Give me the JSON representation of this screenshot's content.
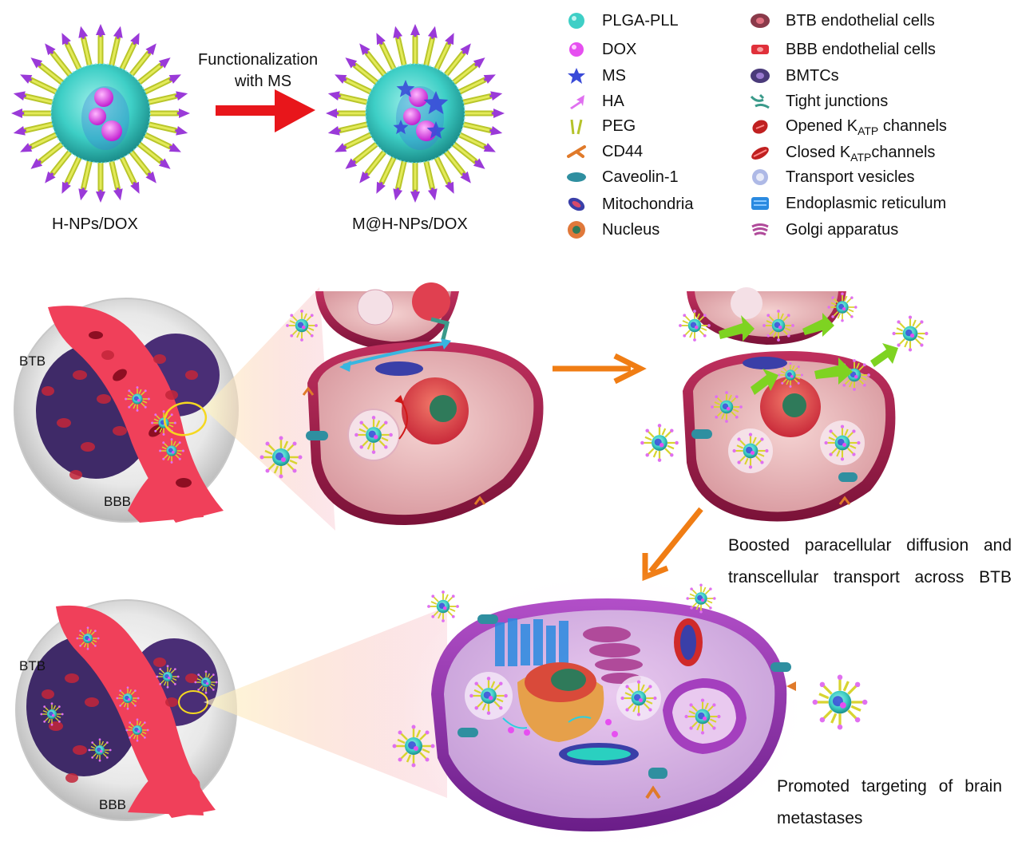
{
  "top": {
    "left_np_label": "H-NPs/DOX",
    "right_np_label": "M@H-NPs/DOX",
    "arrow_label_line1": "Functionalization",
    "arrow_label_line2": "with MS"
  },
  "legend": {
    "col1": [
      {
        "label": "PLGA-PLL",
        "icon": "plga-pll-sphere-icon",
        "color": "#3ecfc6"
      },
      {
        "label": "DOX",
        "icon": "dox-bead-icon",
        "color": "#e64ff0"
      },
      {
        "label": "MS",
        "icon": "ms-star-icon",
        "color": "#3a4bd8"
      },
      {
        "label": "HA",
        "icon": "ha-arrow-icon",
        "color": "#e070f0"
      },
      {
        "label": "PEG",
        "icon": "peg-stick-icon",
        "color": "#b5c22a"
      },
      {
        "label": "CD44",
        "icon": "cd44-receptor-icon",
        "color": "#e07a2a"
      },
      {
        "label": "Caveolin-1",
        "icon": "caveolin-icon",
        "color": "#2f8fa0"
      },
      {
        "label": "Mitochondria",
        "icon": "mitochondria-icon",
        "color": "#3a3fa8"
      },
      {
        "label": "Nucleus",
        "icon": "nucleus-icon",
        "color": "#e0783a"
      }
    ],
    "col2": [
      {
        "label": "BTB endothelial cells",
        "icon": "btb-cell-icon",
        "color": "#8a3a4a"
      },
      {
        "label": "BBB endothelial cells",
        "icon": "bbb-cell-icon",
        "color": "#e0303a"
      },
      {
        "label": "BMTCs",
        "icon": "bmtc-icon",
        "color": "#4a3a7a"
      },
      {
        "label": "Tight junctions",
        "icon": "tight-junction-icon",
        "color": "#3a9a8a"
      },
      {
        "label": "Opened ",
        "sub": "ATP",
        "prefix": "K",
        "suffix": " channels",
        "icon": "opened-katp-icon",
        "color": "#c02020"
      },
      {
        "label": "Closed ",
        "sub": "ATP",
        "prefix": "K",
        "suffix": "channels",
        "icon": "closed-katp-icon",
        "color": "#c02020"
      },
      {
        "label": "Transport vesicles",
        "icon": "vesicle-icon",
        "color": "#9aa8e0"
      },
      {
        "label": "Endoplasmic reticulum",
        "icon": "er-icon",
        "color": "#2a8ae0"
      },
      {
        "label": "Golgi apparatus",
        "icon": "golgi-icon",
        "color": "#b04a9a"
      }
    ]
  },
  "brain": {
    "upper_btb": "BTB",
    "upper_bbb": "BBB",
    "lower_btb": "BTB",
    "lower_bbb": "BBB"
  },
  "captions": {
    "transport_line1": "Boosted paracellular diffusion and",
    "transport_line2": "transcellular transport across BTB",
    "targeting_line1": "Promoted targeting of brain",
    "targeting_line2": "metastases"
  },
  "colors": {
    "arrow_red": "#e8161b",
    "arrow_orange": "#f07d14",
    "vessel": "#f0405a",
    "cell_outer": "#9a1f4a",
    "cell_inner": "#e9b3b6",
    "tumor_cell": "#8a3aa0"
  }
}
